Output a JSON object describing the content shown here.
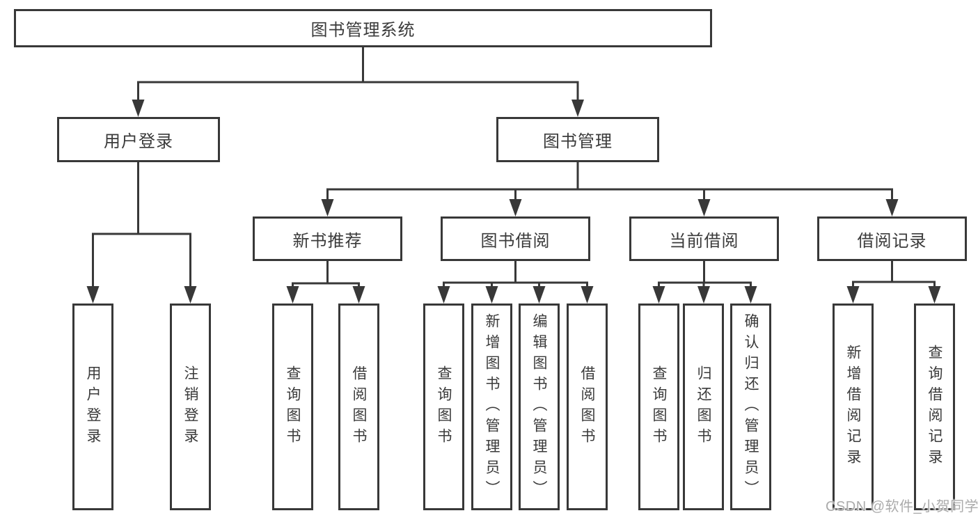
{
  "diagram": {
    "root": {
      "label": "图书管理系统"
    },
    "branches": [
      {
        "label": "用户登录",
        "children": [
          {
            "label": "用户登录"
          },
          {
            "label": "注销登录"
          }
        ]
      },
      {
        "label": "图书管理",
        "children": [
          {
            "label": "新书推荐",
            "children": [
              {
                "label": "查询图书"
              },
              {
                "label": "借阅图书"
              }
            ]
          },
          {
            "label": "图书借阅",
            "children": [
              {
                "label": "查询图书"
              },
              {
                "label": "新增图书（管理员）"
              },
              {
                "label": "编辑图书（管理员）"
              },
              {
                "label": "借阅图书"
              }
            ]
          },
          {
            "label": "当前借阅",
            "children": [
              {
                "label": "查询图书"
              },
              {
                "label": "归还图书"
              },
              {
                "label": "确认归还（管理员）"
              }
            ]
          },
          {
            "label": "借阅记录",
            "children": [
              {
                "label": "新增借阅记录"
              },
              {
                "label": "查询借阅记录"
              }
            ]
          }
        ]
      }
    ]
  },
  "watermark": {
    "text": "CSDN @软件_小贺同学"
  },
  "colors": {
    "line": "#383838",
    "text": "#3a3a3a",
    "watermark": "#ababab",
    "background": "#ffffff"
  }
}
